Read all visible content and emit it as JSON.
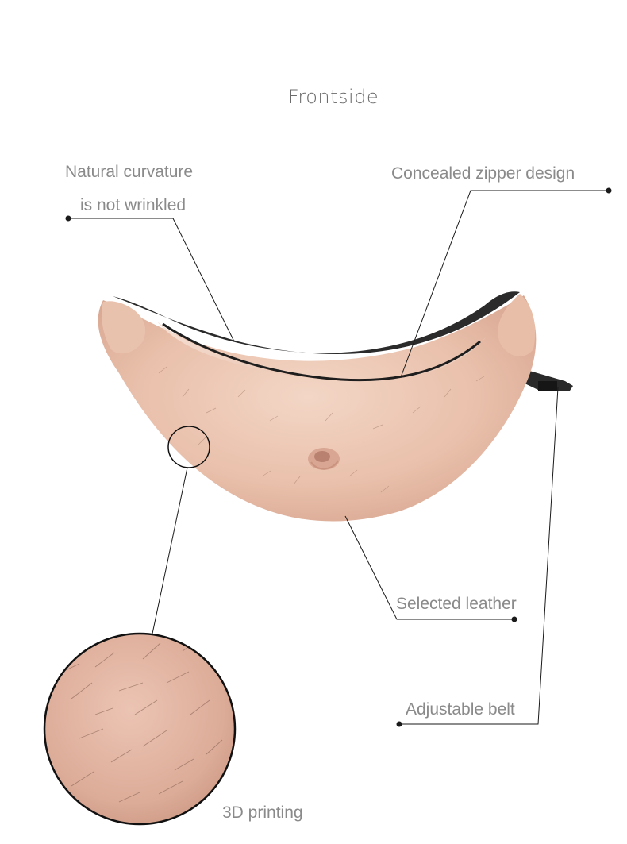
{
  "title": "Frontside",
  "callouts": {
    "curvature_line1": "Natural curvature",
    "curvature_line2": "is not wrinkled",
    "zipper": "Concealed zipper design",
    "leather": "Selected leather",
    "belt": "Adjustable belt",
    "printing": "3D printing"
  },
  "colors": {
    "skin_light": "#f2d3c2",
    "skin_mid": "#e7bba6",
    "skin_shadow": "#d29e88",
    "zipper": "#1e1e1e",
    "text": "#8a8a8a",
    "line": "#1a1a1a"
  },
  "icons": {
    "product": "belly-fanny-pack-image",
    "zoom": "skin-texture-zoom-circle"
  }
}
